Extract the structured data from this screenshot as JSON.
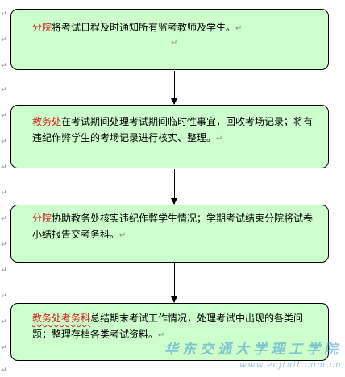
{
  "steps": [
    {
      "dept": "分院",
      "text": "将考试日程及时通知所有监考教师及学生。",
      "mark": "↵",
      "mark2": "↵"
    },
    {
      "dept": "教务处",
      "text": "在考试期间处理考试期间临时性事宜，回收考场记录；将有违纪作弊学生的考场记录进行核实、整理。",
      "mark": "↵"
    },
    {
      "dept": "分院",
      "text": "协助教务处核实违纪作弊学生情况；学期考试结束分院将试卷小结报告交考务科。",
      "mark": "↵"
    },
    {
      "dept": "教务处考务科",
      "text": "总结期末考试工作情况，处理考试中出现的各类问题；整理存档各类考试资料。",
      "mark": "↵"
    }
  ],
  "margin_marks": [
    "↵",
    "↵",
    "↵",
    "↵",
    "↵",
    "↵",
    "↵",
    "↵",
    "↵",
    "↵",
    "↵",
    "↵",
    "↵",
    "↵",
    "↵"
  ],
  "watermark": {
    "name": "华东交通大学理工学院",
    "url": "www.ecjtuit.com.cn"
  },
  "colors": {
    "box_fill": "#ccffcc",
    "dept_text": "#d62020",
    "border": "#000000",
    "watermark": "#3c96d2"
  }
}
